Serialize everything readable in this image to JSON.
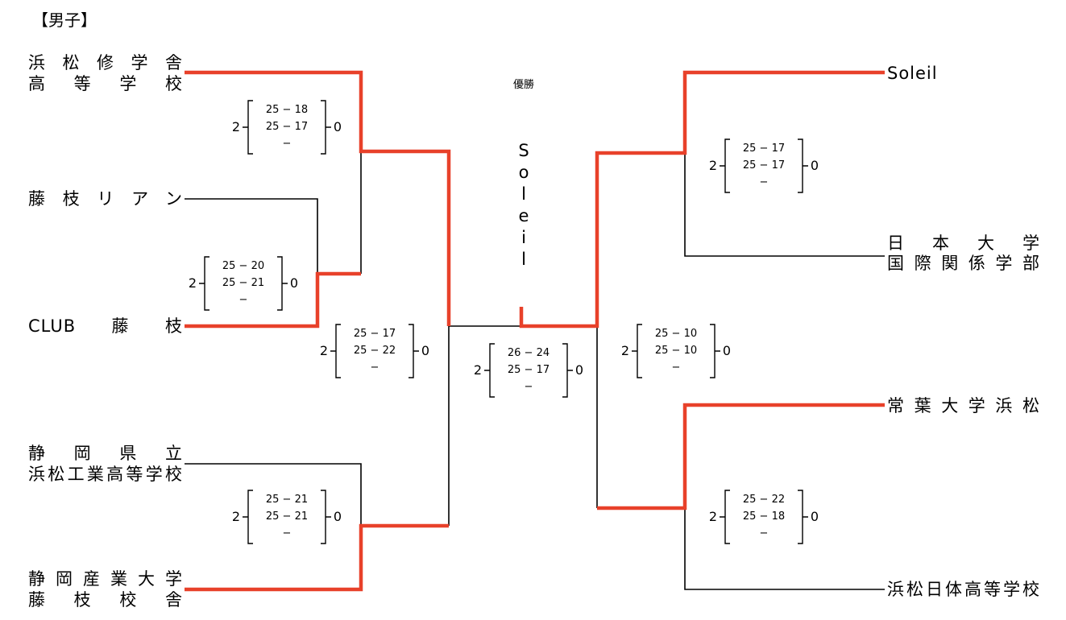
{
  "header": {
    "division": "【男子】"
  },
  "final": {
    "winner_label": "優勝",
    "champion": "Soleil"
  },
  "colors": {
    "winner_line": "#e8412a",
    "line": "#000000"
  },
  "teams": {
    "L1": {
      "line1": "浜松修学舎",
      "line2": "高等学校"
    },
    "L2": {
      "line1": "藤枝リアン"
    },
    "L3": {
      "line1": "CLUB藤枝"
    },
    "L4": {
      "line1": "静岡県立",
      "line2": "浜松工業高等学校"
    },
    "L5": {
      "line1": "静岡産業大学",
      "line2": "藤枝校舎"
    },
    "R1": {
      "line1": "Soleil"
    },
    "R2": {
      "line1": "日本大学",
      "line2": "国際関係学部"
    },
    "R3": {
      "line1": "常葉大学浜松"
    },
    "R4": {
      "line1": "浜松日体高等学校"
    }
  },
  "matches": {
    "L_r1_top": {
      "won": "2",
      "lost": "0",
      "sets": [
        "25 − 18",
        "25 − 17",
        "−"
      ]
    },
    "L_r1_mid": {
      "won": "2",
      "lost": "0",
      "sets": [
        "25 − 20",
        "25 − 21",
        "−"
      ]
    },
    "L_r1_bot": {
      "won": "2",
      "lost": "0",
      "sets": [
        "25 − 21",
        "25 − 21",
        "−"
      ]
    },
    "L_semi": {
      "won": "2",
      "lost": "0",
      "sets": [
        "25 − 17",
        "25 − 22",
        "−"
      ]
    },
    "final": {
      "won": "2",
      "lost": "0",
      "sets": [
        "26 − 24",
        "25 − 17",
        "−"
      ]
    },
    "R_semi": {
      "won": "2",
      "lost": "0",
      "sets": [
        "25 − 10",
        "25 − 10",
        "−"
      ]
    },
    "R_r1_top": {
      "won": "2",
      "lost": "0",
      "sets": [
        "25 − 17",
        "25 − 17",
        "−"
      ]
    },
    "R_r1_bot": {
      "won": "2",
      "lost": "0",
      "sets": [
        "25 − 22",
        "25 − 18",
        "−"
      ]
    }
  }
}
